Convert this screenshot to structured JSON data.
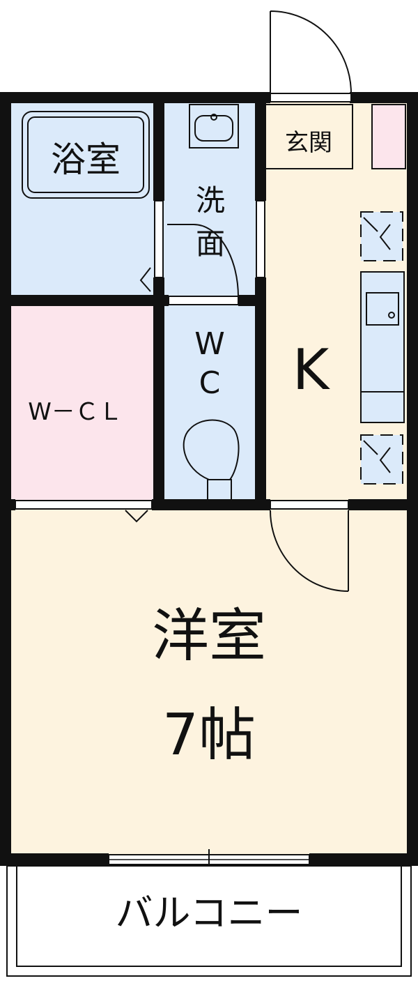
{
  "colors": {
    "wall": "#111111",
    "wet_area": "#dbeafa",
    "living_area": "#fdf3df",
    "closet": "#fce5ec",
    "balcony": "#ffffff"
  },
  "rooms": {
    "bath": "浴室",
    "washroom_1": "洗",
    "washroom_2": "面",
    "entrance": "玄関",
    "kitchen": "K",
    "wc_1": "W",
    "wc_2": "C",
    "walk_in_closet": "W－ＣＬ",
    "western_room": "洋室",
    "western_room_size": "7帖",
    "balcony": "バルコニー"
  }
}
